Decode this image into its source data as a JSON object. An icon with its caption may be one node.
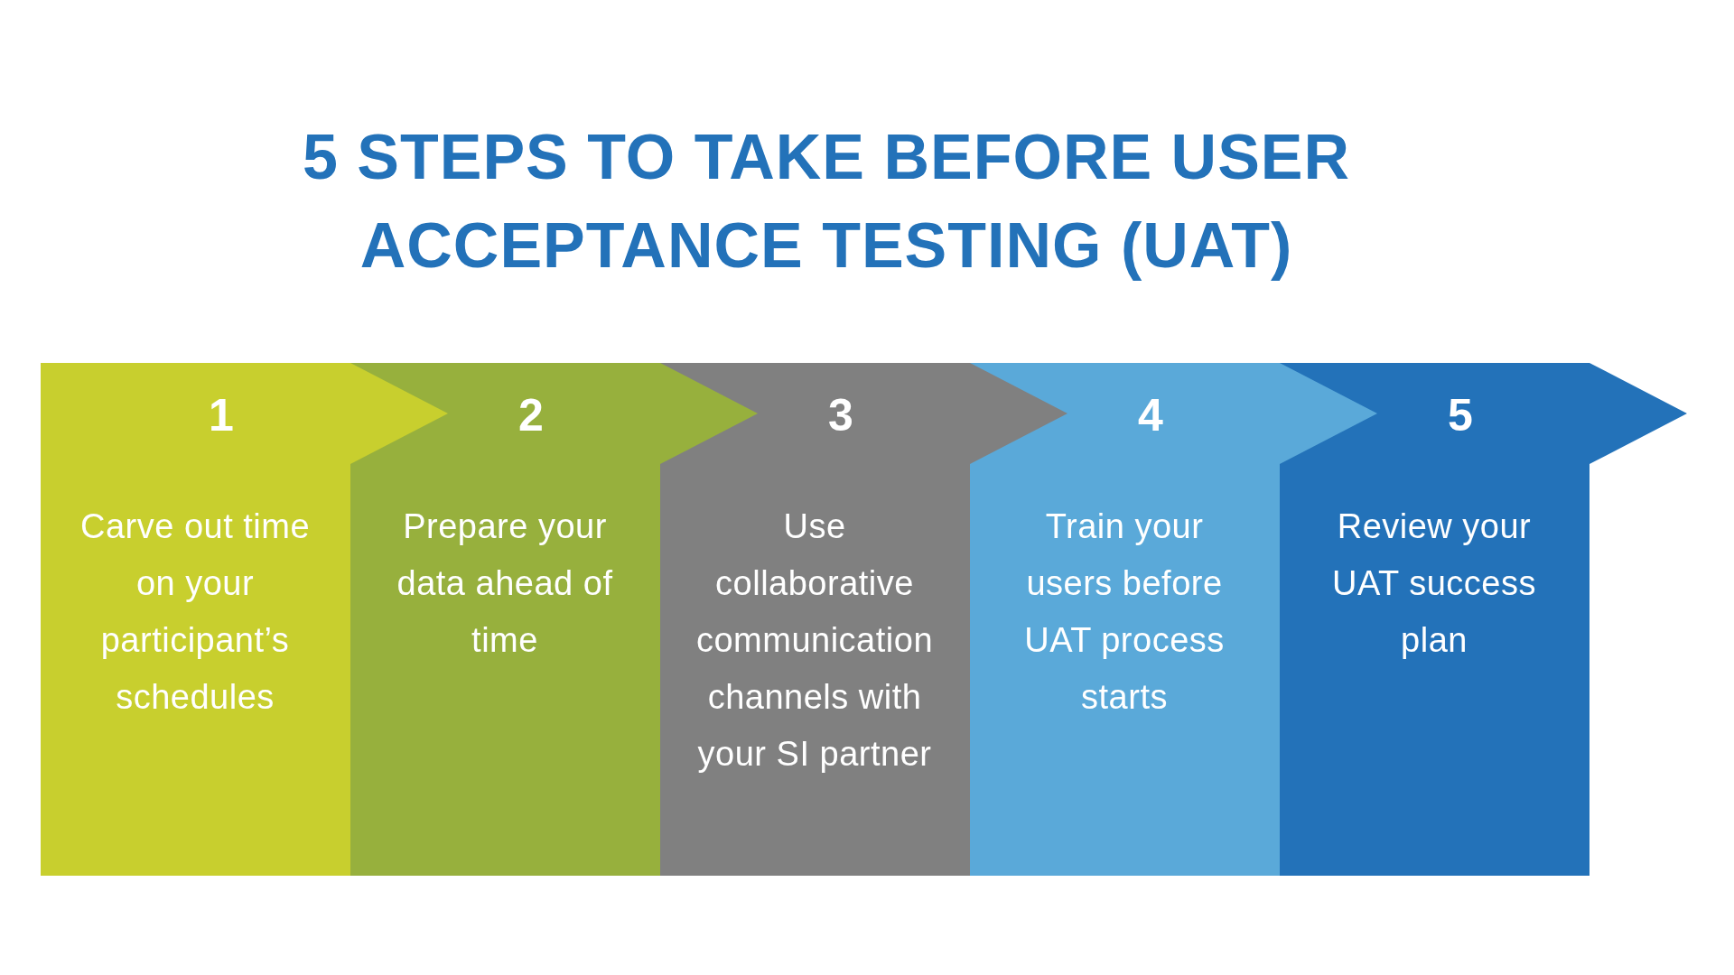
{
  "diagram": {
    "title": "5 STEPS TO TAKE BEFORE USER ACCEPTANCE TESTING (UAT)",
    "nodes": [
      {
        "text": [
          "1",
          "Carve out time on your participant’s schedules"
        ]
      },
      {
        "text": [
          "2",
          "Prepare your data ahead of time"
        ]
      },
      {
        "text": [
          "3",
          "Use collaborative communication channels with your SI partner"
        ]
      },
      {
        "text": [
          "4",
          "Train your users before UAT process starts"
        ]
      },
      {
        "text": [
          "5",
          "Review your UAT success plan"
        ]
      }
    ]
  }
}
